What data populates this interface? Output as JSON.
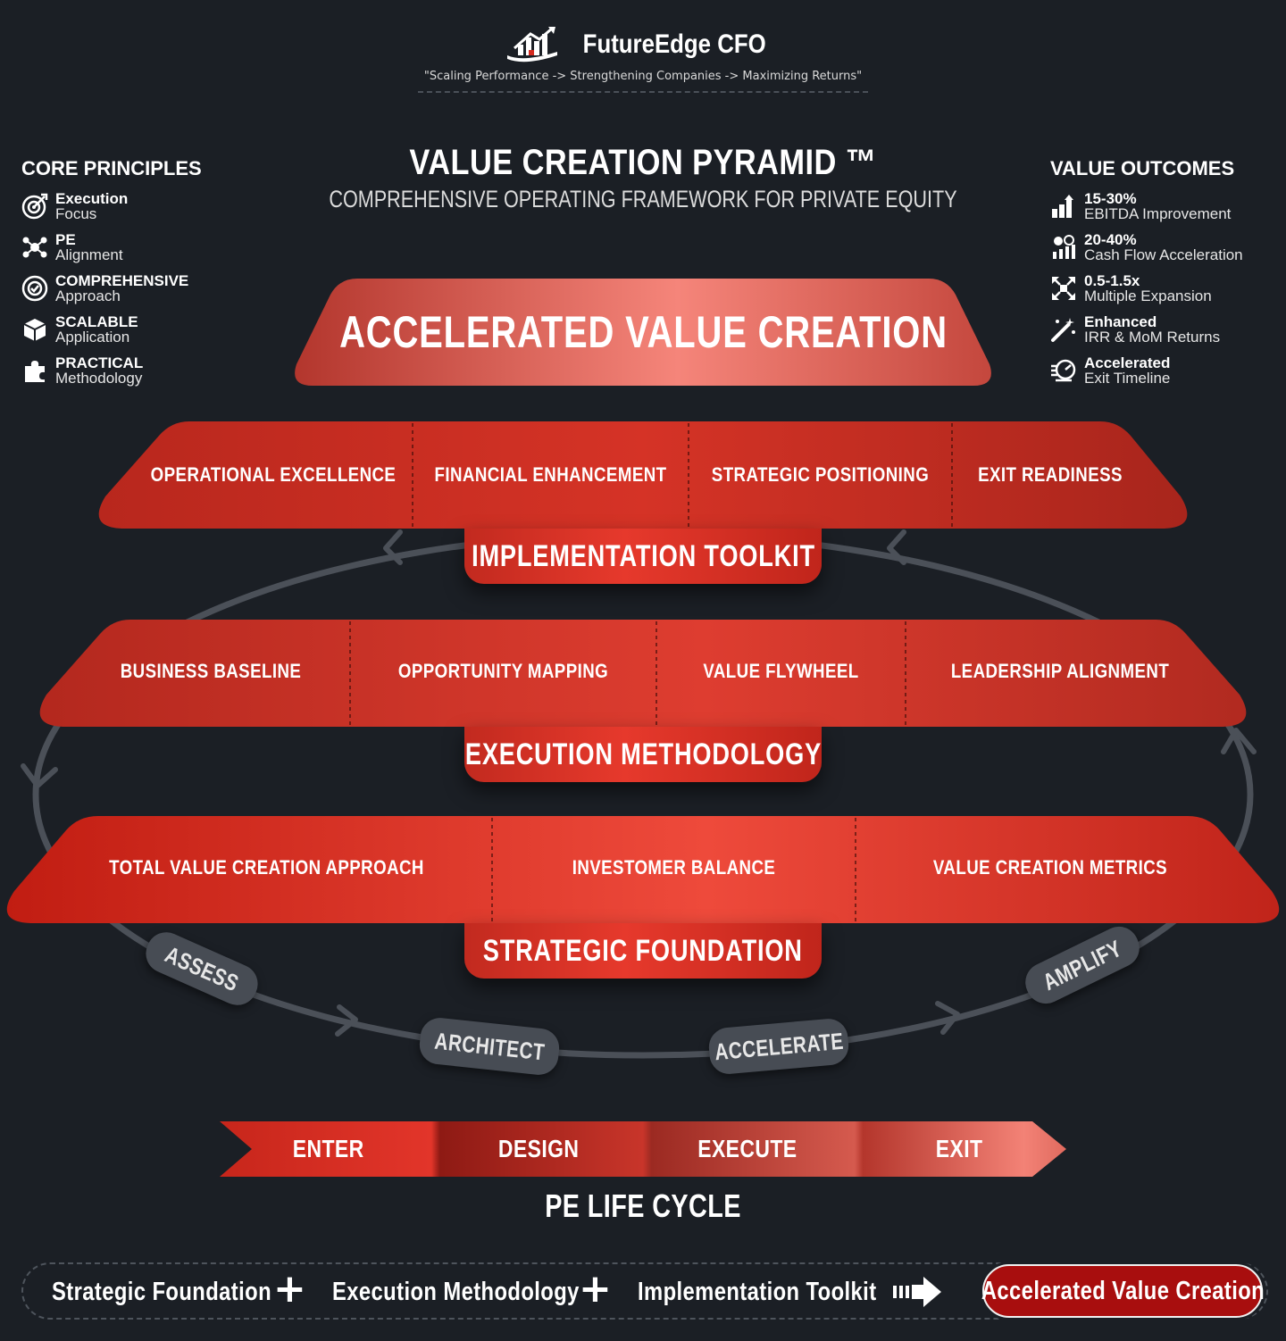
{
  "header": {
    "brand_name": "FutureEdge CFO",
    "tagline": "\"Scaling Performance -> Strengthening Companies -> Maximizing Returns\"",
    "title": "VALUE CREATION PYRAMID ™",
    "subtitle": "COMPREHENSIVE OPERATING FRAMEWORK FOR PRIVATE EQUITY"
  },
  "core_principles": {
    "title": "CORE PRINCIPLES",
    "items": [
      {
        "line1": "Execution",
        "line2": "Focus",
        "icon": "target-icon"
      },
      {
        "line1": "PE",
        "line2": "Alignment",
        "icon": "network-icon"
      },
      {
        "line1": "COMPREHENSIVE",
        "line2": "Approach",
        "icon": "gear-check-icon"
      },
      {
        "line1": "SCALABLE",
        "line2": "Application",
        "icon": "cube-icon"
      },
      {
        "line1": "PRACTICAL",
        "line2": "Methodology",
        "icon": "puzzle-icon"
      }
    ]
  },
  "value_outcomes": {
    "title": "VALUE OUTCOMES",
    "items": [
      {
        "line1": "15-30%",
        "line2": "EBITDA Improvement",
        "icon": "bar-growth-icon"
      },
      {
        "line1": "20-40%",
        "line2": "Cash Flow Acceleration",
        "icon": "cash-flow-icon"
      },
      {
        "line1": "0.5-1.5x",
        "line2": "Multiple Expansion",
        "icon": "expand-icon"
      },
      {
        "line1": "Enhanced",
        "line2": "IRR & MoM Returns",
        "icon": "magic-wand-icon"
      },
      {
        "line1": "Accelerated",
        "line2": "Exit Timeline",
        "icon": "speed-icon"
      }
    ]
  },
  "pyramid": {
    "apex": "ACCELERATED VALUE CREATION",
    "tier1": {
      "cells": [
        "OPERATIONAL EXCELLENCE",
        "FINANCIAL ENHANCEMENT",
        "STRATEGIC POSITIONING",
        "EXIT READINESS"
      ],
      "label": "IMPLEMENTATION TOOLKIT"
    },
    "tier2": {
      "cells": [
        "BUSINESS BASELINE",
        "OPPORTUNITY MAPPING",
        "VALUE FLYWHEEL",
        "LEADERSHIP ALIGNMENT"
      ],
      "label": "EXECUTION METHODOLOGY"
    },
    "tier3": {
      "cells": [
        "TOTAL VALUE CREATION APPROACH",
        "INVESTOMER BALANCE",
        "VALUE CREATION METRICS"
      ],
      "label": "STRATEGIC FOUNDATION"
    }
  },
  "cycle": {
    "stages": [
      "ASSESS",
      "ARCHITECT",
      "ACCELERATE",
      "AMPLIFY"
    ]
  },
  "lifecycle": {
    "phases": [
      "ENTER",
      "DESIGN",
      "EXECUTE",
      "EXIT"
    ],
    "title": "PE LIFE CYCLE"
  },
  "formula": {
    "part1": "Strategic Foundation",
    "plus1": "+",
    "part2": "Execution Methodology",
    "plus2": "+",
    "part3": "Implementation Toolkit",
    "result": "Accelerated Value Creation"
  },
  "colors": {
    "background": "#1b1f25",
    "red_primary": "#d32f24",
    "red_light": "#f47d72",
    "pill_gray": "#474c54",
    "result_red": "#a80e0e"
  }
}
